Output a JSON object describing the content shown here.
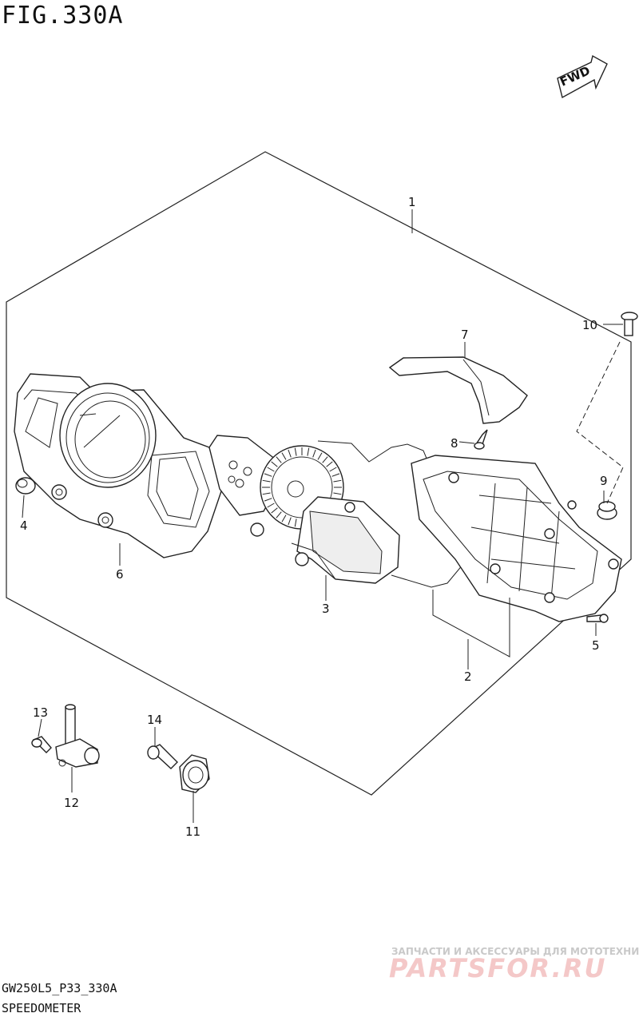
{
  "figure": {
    "title": "FIG.330A",
    "direction_label": "FWD"
  },
  "callouts": [
    {
      "id": "1",
      "label": "1"
    },
    {
      "id": "2",
      "label": "2"
    },
    {
      "id": "3",
      "label": "3"
    },
    {
      "id": "4",
      "label": "4"
    },
    {
      "id": "5",
      "label": "5"
    },
    {
      "id": "6",
      "label": "6"
    },
    {
      "id": "7",
      "label": "7"
    },
    {
      "id": "8",
      "label": "8"
    },
    {
      "id": "9",
      "label": "9"
    },
    {
      "id": "10",
      "label": "10"
    },
    {
      "id": "11",
      "label": "11"
    },
    {
      "id": "12",
      "label": "12"
    },
    {
      "id": "13",
      "label": "13"
    },
    {
      "id": "14",
      "label": "14"
    }
  ],
  "footer": {
    "code": "GW250L5_P33_330A",
    "name": "SPEEDOMETER"
  },
  "watermark": {
    "line1": "ЗАПЧАСТИ И АКСЕССУАРЫ ДЛЯ МОТОТЕХНИКИ",
    "line2": "PARTSFOR.RU"
  }
}
